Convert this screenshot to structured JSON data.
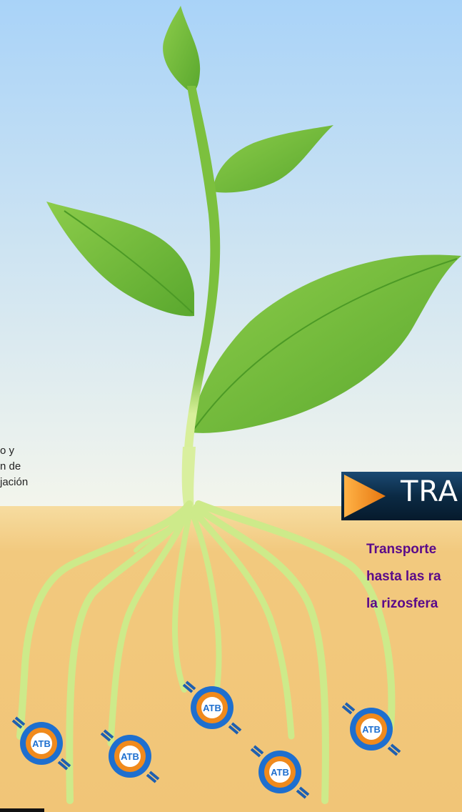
{
  "left_text": {
    "line1": "o y",
    "line2": "n de",
    "line3": "jación"
  },
  "banner": {
    "title": "TRA"
  },
  "description": {
    "line1": "Transporte",
    "line2": "hasta las ra",
    "line3": "la rizosfera"
  },
  "badges": {
    "label": "ATB"
  },
  "colors": {
    "sky_top": "#a8d2f7",
    "sky_bottom": "#f1f4ec",
    "soil": "#f2c77a",
    "leaf": "#6fbf38",
    "root": "#cdea8a",
    "banner_bg": "#0b2a44",
    "arrow_orange": "#f08a1c",
    "badge_blue": "#1e6fcf",
    "desc_text": "#5a0a8a"
  }
}
